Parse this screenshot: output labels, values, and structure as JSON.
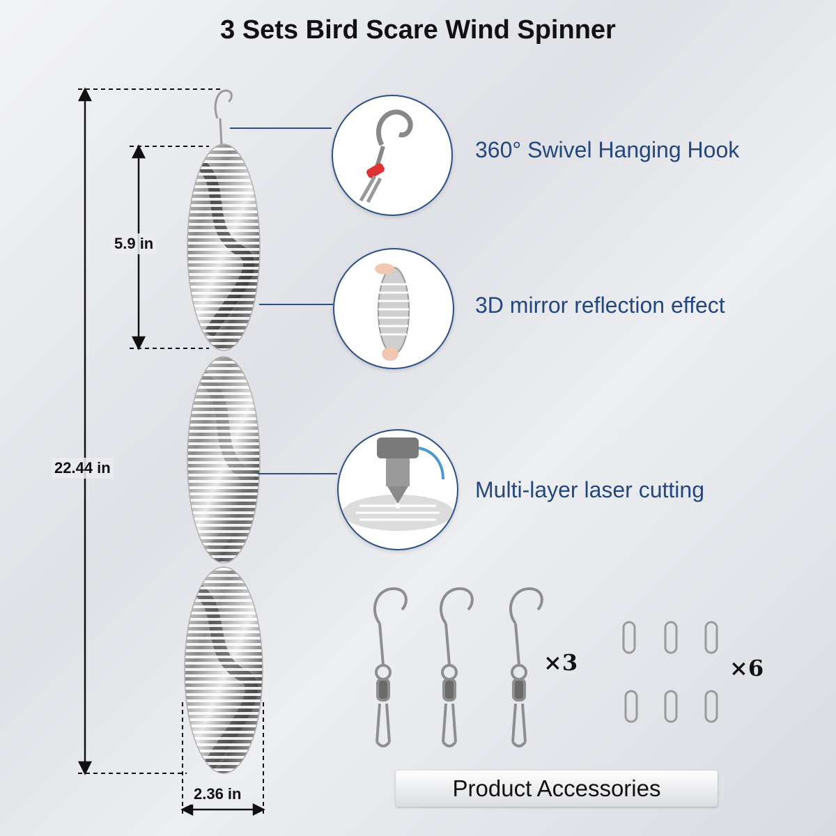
{
  "title": "3 Sets Bird Scare Wind Spinner",
  "dimensions": {
    "total_length": "22.44 in",
    "panel_length": "5.9 in",
    "width": "2.36 in"
  },
  "features": [
    {
      "label": "360° Swivel Hanging Hook",
      "icon": "swivel-hook-icon"
    },
    {
      "label": "3D mirror reflection effect",
      "icon": "mirror-panel-icon"
    },
    {
      "label": "Multi-layer laser cutting",
      "icon": "laser-cutter-icon"
    }
  ],
  "accessories": {
    "hooks_count": "×3",
    "clips_count": "×6",
    "label": "Product Accessories"
  },
  "colors": {
    "feature_text": "#24477d",
    "connector_line": "#2b4f86"
  }
}
